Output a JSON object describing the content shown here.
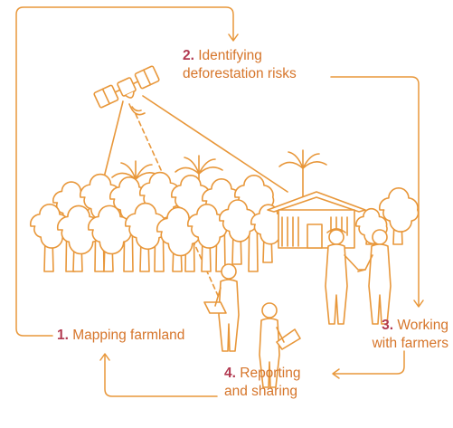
{
  "colors": {
    "accent": "#e8973a",
    "number": "#b23a51",
    "text": "#d6752a"
  },
  "steps": [
    {
      "number": "1.",
      "line1": "Mapping farmland",
      "line2": ""
    },
    {
      "number": "2.",
      "line1": "Identifying",
      "line2": "deforestation risks"
    },
    {
      "number": "3.",
      "line1": "Working",
      "line2": "with farmers"
    },
    {
      "number": "4.",
      "line1": "Reporting",
      "line2": "and sharing"
    }
  ],
  "icons": [
    "satellite-icon",
    "palm-tree-icon",
    "deciduous-tree-icon",
    "farm-house-icon",
    "person-with-laptop-icon",
    "handshake-icon"
  ]
}
